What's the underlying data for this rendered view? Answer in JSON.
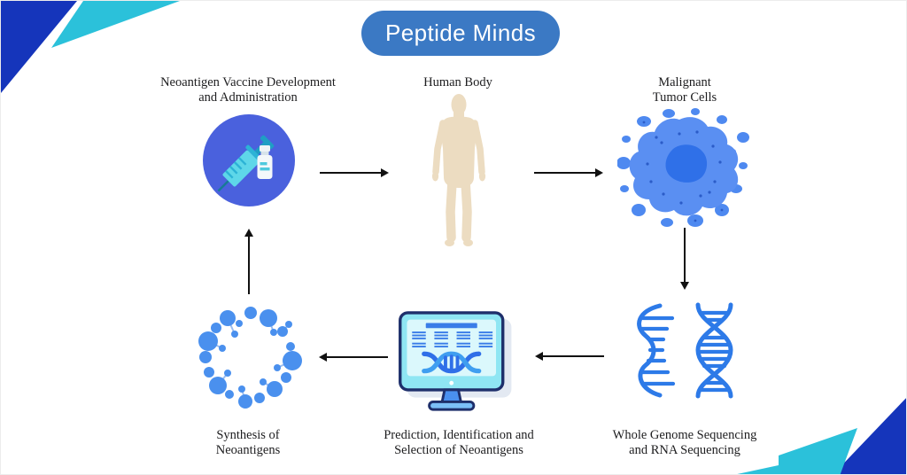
{
  "title": "Peptide Minds",
  "nodes": [
    {
      "id": "vaccine",
      "label_line1": "Neoantigen Vaccine Development",
      "label_line2": "and Administration",
      "icon": "syringe-vial-icon"
    },
    {
      "id": "human-body",
      "label_line1": "Human Body",
      "label_line2": "",
      "icon": "human-body-icon"
    },
    {
      "id": "tumor",
      "label_line1": "Malignant",
      "label_line2": "Tumor Cells",
      "icon": "tumor-cells-icon"
    },
    {
      "id": "sequencing",
      "label_line1": "Whole Genome Sequencing",
      "label_line2": "and RNA Sequencing",
      "icon": "dna-rna-helix-icon"
    },
    {
      "id": "prediction",
      "label_line1": "Prediction, Identification and",
      "label_line2": "Selection of Neoantigens",
      "icon": "computer-dna-analysis-icon"
    },
    {
      "id": "synthesis",
      "label_line1": "Synthesis of",
      "label_line2": "Neoantigens",
      "icon": "peptide-molecules-icon"
    }
  ],
  "arrows": [
    {
      "from": "vaccine",
      "to": "human-body",
      "direction": "right"
    },
    {
      "from": "human-body",
      "to": "tumor",
      "direction": "right"
    },
    {
      "from": "tumor",
      "to": "sequencing",
      "direction": "down"
    },
    {
      "from": "sequencing",
      "to": "prediction",
      "direction": "left"
    },
    {
      "from": "prediction",
      "to": "synthesis",
      "direction": "left"
    },
    {
      "from": "synthesis",
      "to": "vaccine",
      "direction": "up"
    }
  ],
  "colors": {
    "title_pill": "#3b79c4",
    "title_text": "#ffffff",
    "corner_blue": "#1535bb",
    "corner_cyan": "#2bc1da",
    "icon_circle_blue": "#4a61dd",
    "syringe_cyan": "#5ed7e9",
    "syringe_teal": "#1f9ec4",
    "body_beige": "#ecdcc1",
    "tumor_blue": "#5a8ff2",
    "tumor_core_blue": "#2f70e8",
    "dna_blue": "#2d7ae8",
    "monitor_outline_navy": "#1e2f6b",
    "monitor_cyan": "#8fe6f3",
    "screen_light": "#dbf8fc",
    "molecule_blue": "#4a90ee",
    "arrow_black": "#111111",
    "label_text": "#1d1d1f"
  }
}
